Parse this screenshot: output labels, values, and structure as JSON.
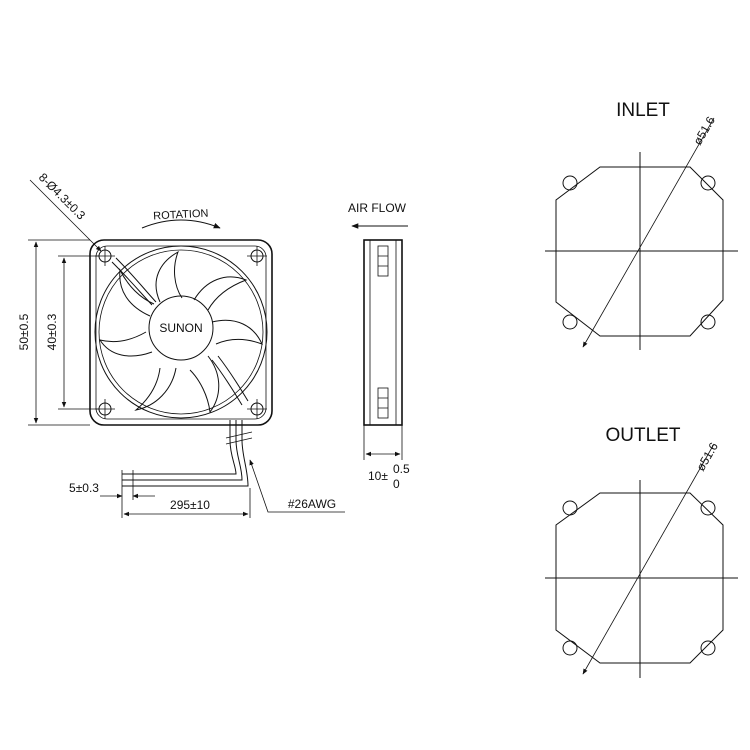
{
  "front_view": {
    "hole_callout": "8-Ø4.3±0.3",
    "rotation_label": "ROTATION",
    "brand": "SUNON",
    "dim_outer": "50±0.5",
    "dim_hole_pitch": "40±0.3",
    "dim_wire_strip": "5±0.3",
    "dim_wire_length": "295±10",
    "wire_gauge": "#26AWG"
  },
  "side_view": {
    "airflow_label": "AIR FLOW",
    "thickness_base": "10±",
    "thickness_upper": "0.5",
    "thickness_lower": "0"
  },
  "inlet_view": {
    "title": "INLET",
    "diameter": "ø51.6"
  },
  "outlet_view": {
    "title": "OUTLET",
    "diameter": "ø51.6"
  },
  "colors": {
    "line": "#111111",
    "background": "#ffffff"
  }
}
